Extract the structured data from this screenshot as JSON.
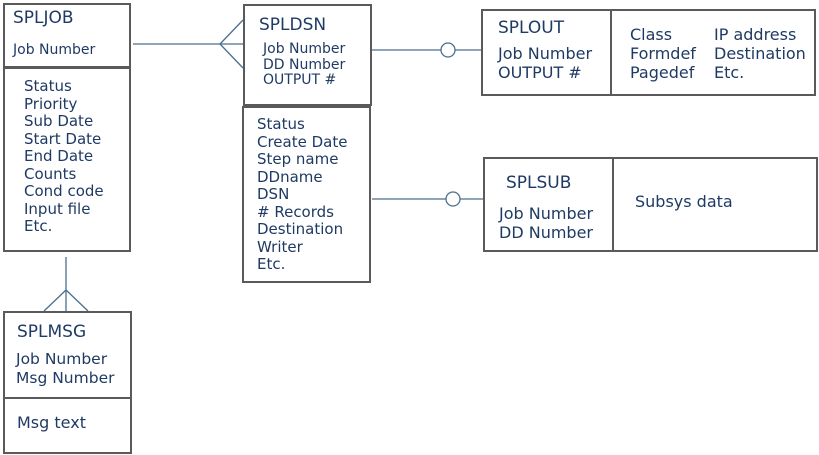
{
  "entities": {
    "spljob": {
      "title": "SPLJOB",
      "keys": [
        "Job Number"
      ],
      "fields": [
        "Status",
        "Priority",
        "Sub Date",
        "Start Date",
        "End Date",
        "Counts",
        "Cond code",
        "Input file",
        "Etc."
      ]
    },
    "spldsn": {
      "title": "SPLDSN",
      "keys": [
        "Job Number",
        "DD Number",
        "OUTPUT #"
      ],
      "fields": [
        "Status",
        "Create Date",
        "Step name",
        "DDname",
        "DSN",
        "# Records",
        "Destination",
        "Writer",
        "Etc."
      ]
    },
    "splout": {
      "title": "SPLOUT",
      "keys": [
        "Job Number",
        "OUTPUT #"
      ],
      "fields_col1": [
        "Class",
        "Formdef",
        "Pagedef"
      ],
      "fields_col2": [
        "IP address",
        "Destination",
        "Etc."
      ]
    },
    "splsub": {
      "title": "SPLSUB",
      "keys": [
        "Job Number",
        "DD Number"
      ],
      "fields": [
        "Subsys data"
      ]
    },
    "splmsg": {
      "title": "SPLMSG",
      "keys": [
        "Job Number",
        "Msg Number"
      ],
      "fields": [
        "Msg text"
      ]
    }
  },
  "colors": {
    "line": "#4a6f8f",
    "border": "#5a5a5a",
    "text": "#1f3a64"
  }
}
